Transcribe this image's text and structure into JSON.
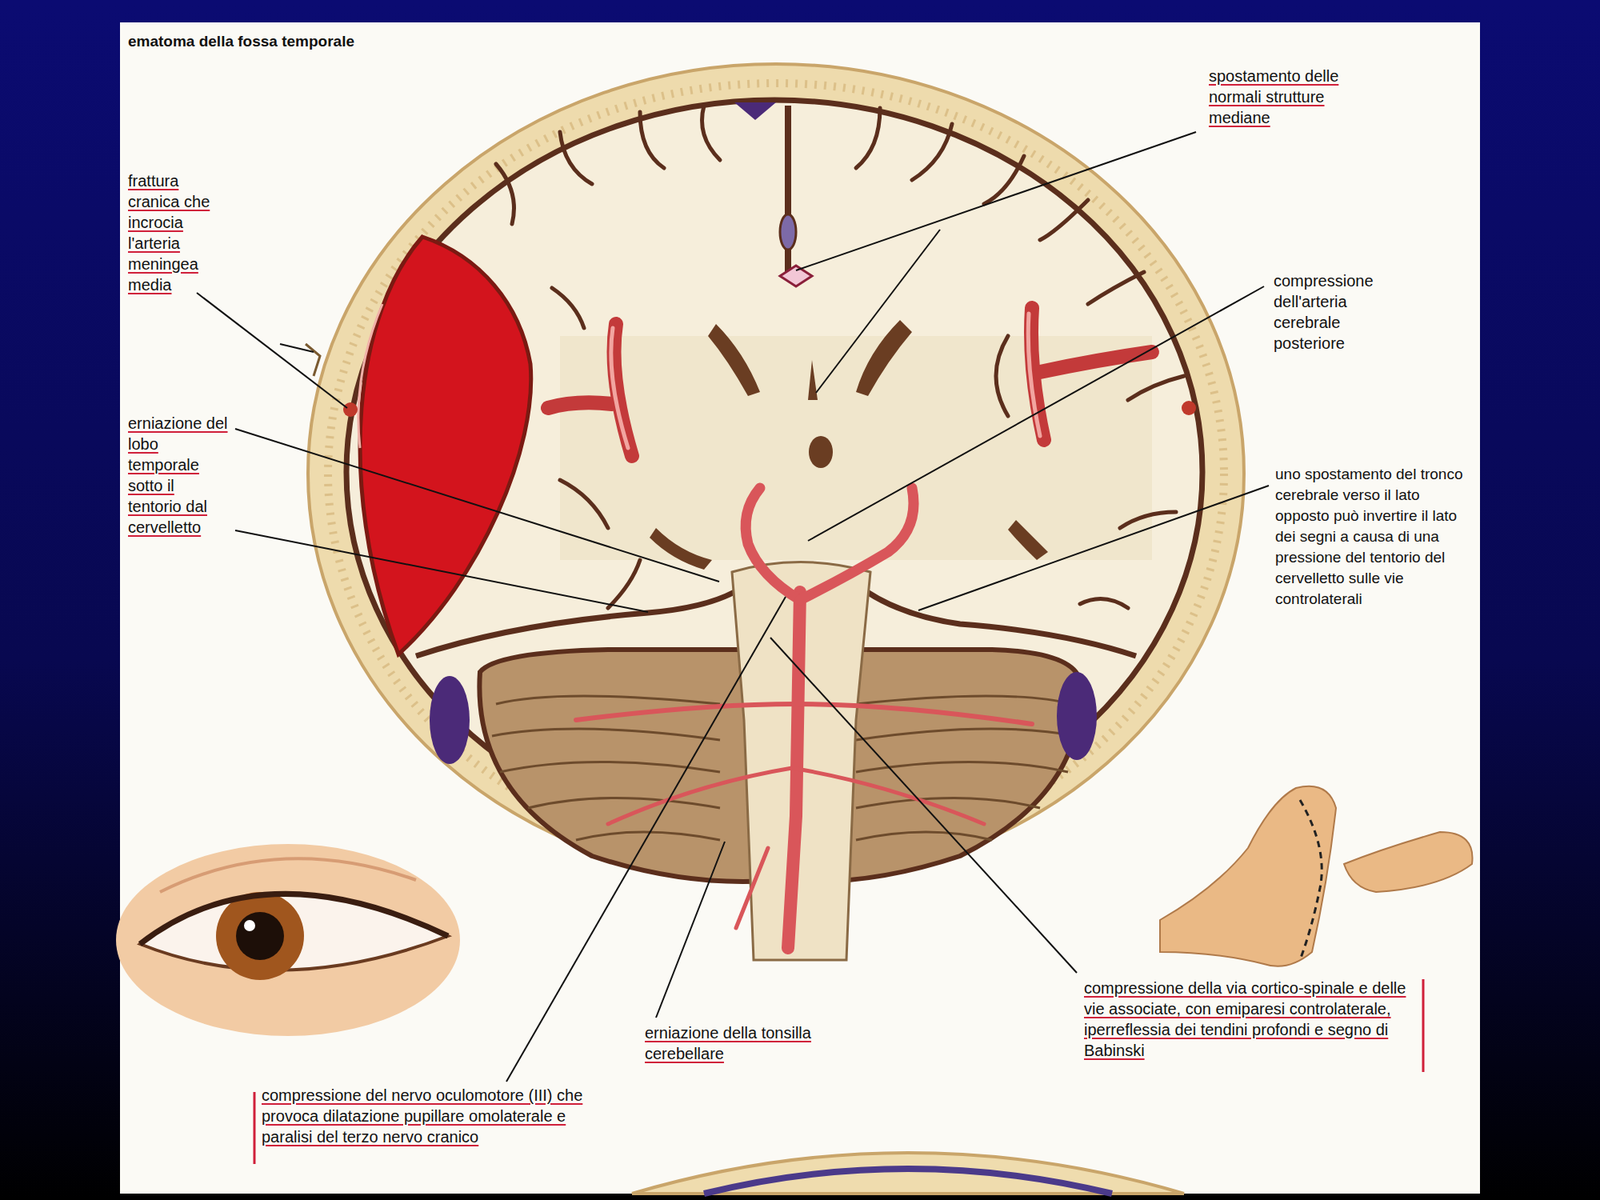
{
  "diagram": {
    "title": "ematoma della fossa temporale",
    "labels": [
      "frattura cranica che incrocia l'arteria meningea media",
      "spostamento delle normali strutture mediane",
      "compressione dell'arteria cerebrale posteriore",
      "erniazione del lobo temporale sotto il tentorio dal cervelletto",
      "uno spostamento del tronco cerebrale verso il lato opposto può invertire il lato dei segni a causa di una pressione del tentorio del cervelletto sulle vie controlaterali",
      "erniazione della tonsilla cerebellare",
      "compressione del nervo oculomotore (III) che provoca dilatazione pupillare omolaterale e paralisi del terzo nervo cranico",
      "compressione della via cortico-spinale e delle vie associate, con emiparesi controlaterale, iperreflessia dei tendini profondi e segno di Babinski"
    ]
  }
}
